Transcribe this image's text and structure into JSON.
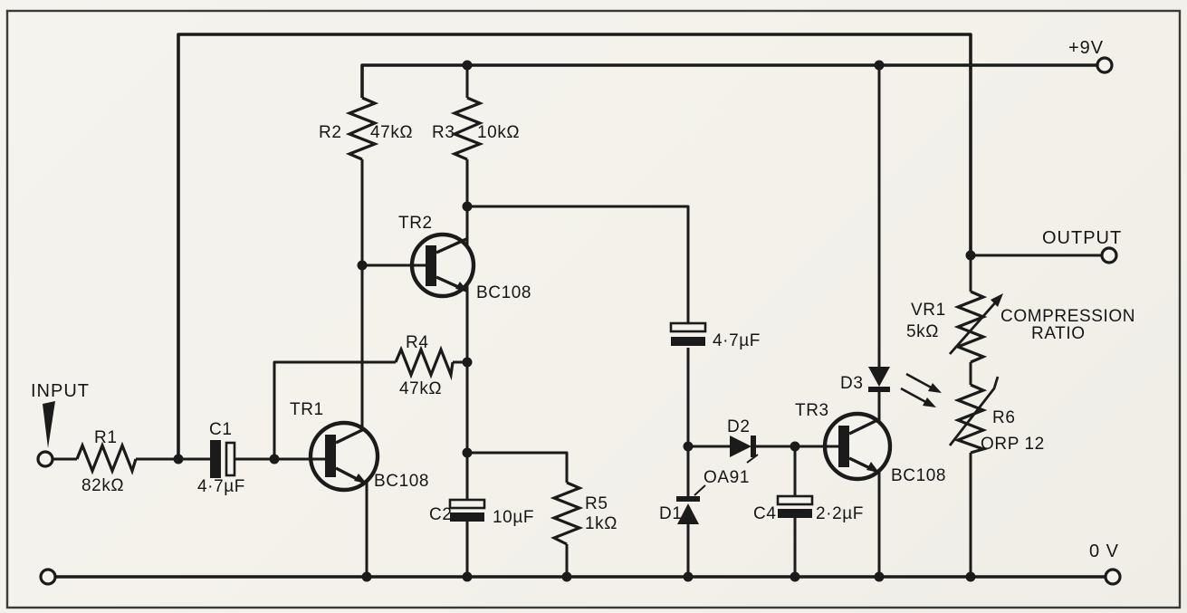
{
  "schematic": {
    "io": {
      "input": "INPUT",
      "output": "OUTPUT"
    },
    "power": {
      "positive_rail": "+9V",
      "ground_rail": "0 V"
    },
    "annotations": {
      "compression": "COMPRESSION",
      "ratio": "RATIO"
    },
    "components": {
      "r1": {
        "ref": "R1",
        "value": "82kΩ"
      },
      "r2": {
        "ref": "R2",
        "value": "47kΩ"
      },
      "r3": {
        "ref": "R3",
        "value": "10kΩ"
      },
      "r4": {
        "ref": "R4",
        "value": "47kΩ"
      },
      "r5": {
        "ref": "R5",
        "value": "1kΩ"
      },
      "r6": {
        "ref": "R6",
        "value": "ORP 12"
      },
      "vr1": {
        "ref": "VR1",
        "value": "5kΩ"
      },
      "c1": {
        "ref": "C1",
        "value": "4·7µF"
      },
      "c2": {
        "ref": "C2",
        "value": "10µF"
      },
      "c3": {
        "value": "4·7µF"
      },
      "c4": {
        "ref": "C4",
        "value": "2·2µF"
      },
      "d1": {
        "ref": "D1"
      },
      "d2": {
        "ref": "D2"
      },
      "d1_d2_type": "OA91",
      "d3": {
        "ref": "D3"
      },
      "tr1": {
        "ref": "TR1",
        "value": "BC108"
      },
      "tr2": {
        "ref": "TR2",
        "value": "BC108"
      },
      "tr3": {
        "ref": "TR3",
        "value": "BC108"
      }
    },
    "colors": {
      "ink": "#1b1b1b",
      "paper": "#f4f2ec"
    }
  }
}
